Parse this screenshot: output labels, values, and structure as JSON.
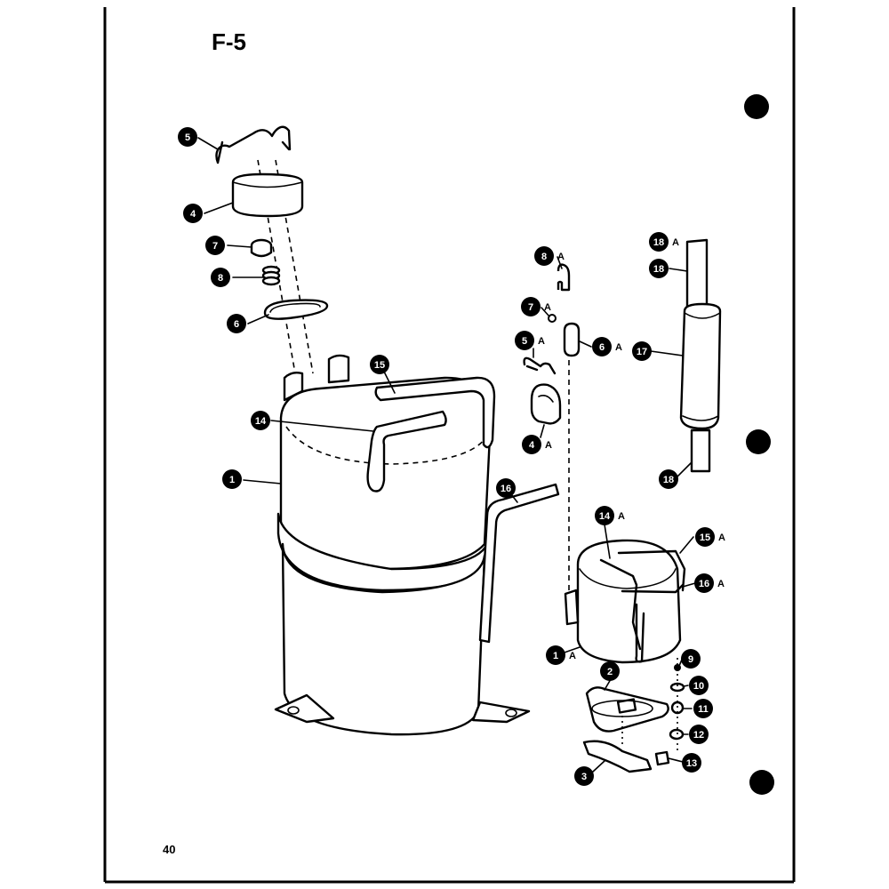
{
  "figure_label": "F-5",
  "page_number": "40",
  "callouts": [
    {
      "id": "c-5-top",
      "num": "5",
      "suffix": ""
    },
    {
      "id": "c-4",
      "num": "4",
      "suffix": ""
    },
    {
      "id": "c-7",
      "num": "7",
      "suffix": ""
    },
    {
      "id": "c-8",
      "num": "8",
      "suffix": ""
    },
    {
      "id": "c-6",
      "num": "6",
      "suffix": ""
    },
    {
      "id": "c-15",
      "num": "15",
      "suffix": ""
    },
    {
      "id": "c-14",
      "num": "14",
      "suffix": ""
    },
    {
      "id": "c-1",
      "num": "1",
      "suffix": ""
    },
    {
      "id": "c-16",
      "num": "16",
      "suffix": ""
    },
    {
      "id": "c-8A",
      "num": "8",
      "suffix": "A"
    },
    {
      "id": "c-7A",
      "num": "7",
      "suffix": "A"
    },
    {
      "id": "c-5A",
      "num": "5",
      "suffix": "A"
    },
    {
      "id": "c-6A",
      "num": "6",
      "suffix": "A"
    },
    {
      "id": "c-4A",
      "num": "4",
      "suffix": "A"
    },
    {
      "id": "c-18A-top",
      "num": "18",
      "suffix": "A"
    },
    {
      "id": "c-18",
      "num": "18",
      "suffix": ""
    },
    {
      "id": "c-17",
      "num": "17",
      "suffix": ""
    },
    {
      "id": "c-18-bottom",
      "num": "18",
      "suffix": ""
    },
    {
      "id": "c-14A",
      "num": "14",
      "suffix": "A"
    },
    {
      "id": "c-15A",
      "num": "15",
      "suffix": "A"
    },
    {
      "id": "c-16A",
      "num": "16",
      "suffix": "A"
    },
    {
      "id": "c-1A",
      "num": "1",
      "suffix": "A"
    },
    {
      "id": "c-2",
      "num": "2",
      "suffix": ""
    },
    {
      "id": "c-9",
      "num": "9",
      "suffix": ""
    },
    {
      "id": "c-10",
      "num": "10",
      "suffix": ""
    },
    {
      "id": "c-11",
      "num": "11",
      "suffix": ""
    },
    {
      "id": "c-12",
      "num": "12",
      "suffix": ""
    },
    {
      "id": "c-13",
      "num": "13",
      "suffix": ""
    },
    {
      "id": "c-3",
      "num": "3",
      "suffix": ""
    }
  ]
}
